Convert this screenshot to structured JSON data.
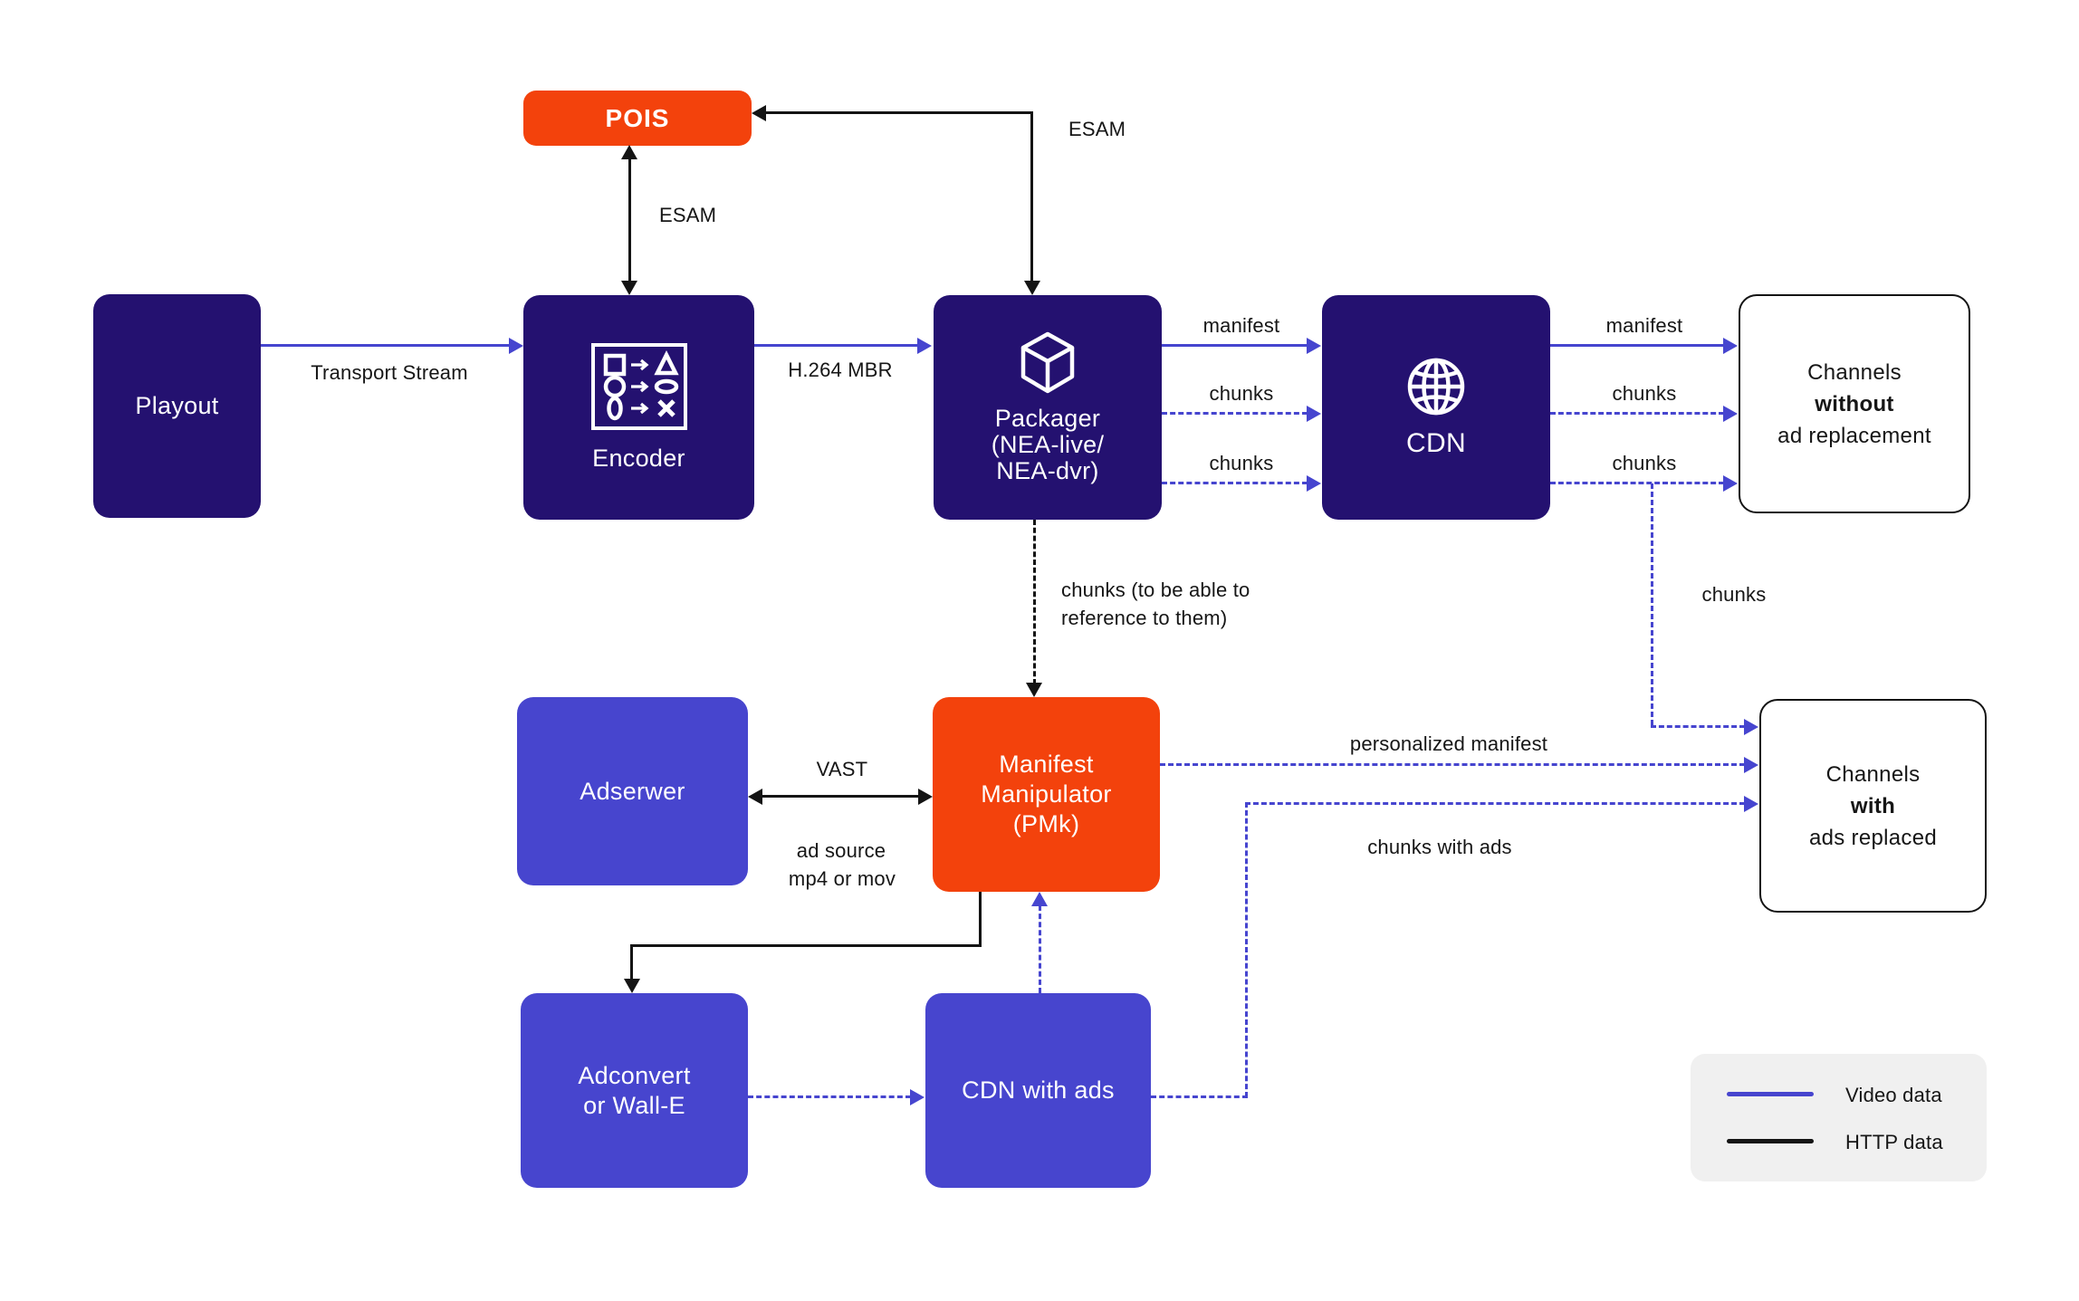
{
  "colors": {
    "node_navy": "#241170",
    "node_purple": "#4745CE",
    "node_orange": "#F3420C",
    "video_data_line": "#4645CF",
    "http_data_line": "#141414",
    "legend_bg": "#F0F0F0"
  },
  "nodes": {
    "playout": {
      "label": "Playout"
    },
    "pois": {
      "label": "POIS"
    },
    "encoder": {
      "label": "Encoder"
    },
    "packager": {
      "line1": "Packager",
      "line2": "(NEA-live/",
      "line3": "NEA-dvr)"
    },
    "cdn": {
      "label": "CDN"
    },
    "channels_without": {
      "line1": "Channels",
      "line2": "without",
      "line3": "ad replacement"
    },
    "adserwer": {
      "label": "Adserwer"
    },
    "manifest_manipulator": {
      "line1": "Manifest",
      "line2": "Manipulator",
      "line3": "(PMk)"
    },
    "channels_with": {
      "line1": "Channels",
      "line2": "with",
      "line3": "ads replaced"
    },
    "adconvert": {
      "line1": "Adconvert",
      "line2": "or Wall-E"
    },
    "cdn_with_ads": {
      "label": "CDN with ads"
    }
  },
  "edges": {
    "transport_stream": "Transport Stream",
    "esam_encoder": "ESAM",
    "esam_packager": "ESAM",
    "h264_mbr": "H.264 MBR",
    "manifest_packager_cdn": "manifest",
    "chunks_packager_cdn_1": "chunks",
    "chunks_packager_cdn_2": "chunks",
    "manifest_cdn_channels": "manifest",
    "chunks_cdn_channels_1": "chunks",
    "chunks_cdn_channels_2": "chunks",
    "chunks_branch": "chunks",
    "chunks_reference_line1": "chunks (to be able to",
    "chunks_reference_line2": "reference to them)",
    "vast": "VAST",
    "ad_source_line1": "ad source",
    "ad_source_line2": "mp4 or mov",
    "personalized_manifest": "personalized manifest",
    "chunks_with_ads": "chunks with ads"
  },
  "legend": {
    "video": "Video data",
    "http": "HTTP data"
  }
}
